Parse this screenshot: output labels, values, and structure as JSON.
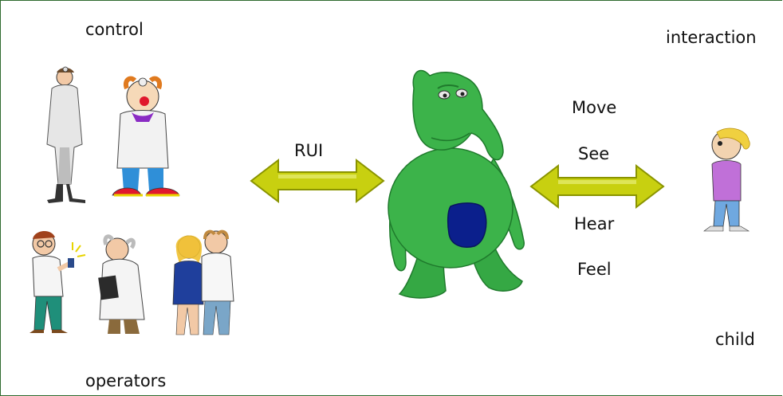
{
  "labels": {
    "control": "control",
    "operators": "operators",
    "rui": "RUI",
    "interaction": "interaction",
    "move": "Move",
    "see": "See",
    "hear": "Hear",
    "feel": "Feel",
    "child": "child"
  },
  "colors": {
    "frame": "#2e6b2e",
    "arrow_fill": "#c8d010",
    "arrow_edge": "#8a9400",
    "robot_body": "#3cb34a",
    "robot_shade": "#1f7a2c",
    "robot_panel": "#0b1f8c"
  }
}
